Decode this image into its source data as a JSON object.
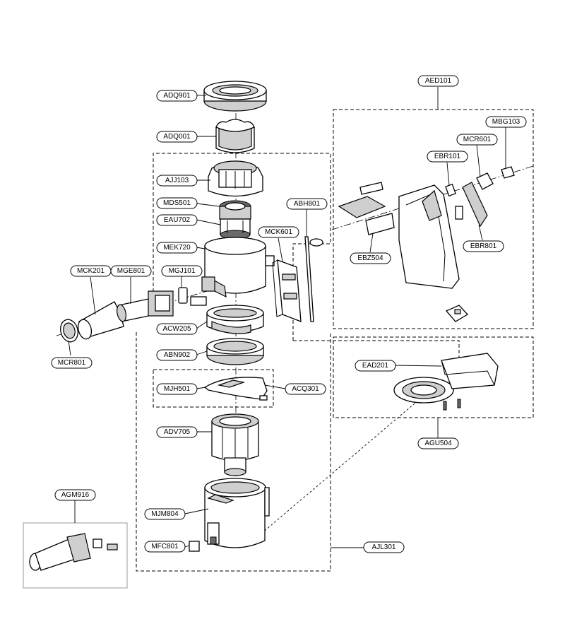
{
  "labels": {
    "ADQ901": "ADQ901",
    "ADQ001": "ADQ001",
    "AJJ103": "AJJ103",
    "MDS501": "MDS501",
    "EAU702": "EAU702",
    "MEK720": "MEK720",
    "MGJ101": "MGJ101",
    "MCK201": "MCK201",
    "MGE801": "MGE801",
    "MCR801": "MCR801",
    "ACW205": "ACW205",
    "ABN902": "ABN902",
    "MJH501": "MJH501",
    "ACQ301": "ACQ301",
    "ADV705": "ADV705",
    "MJM804": "MJM804",
    "MFC801": "MFC801",
    "AJL301": "AJL301",
    "AGM916": "AGM916",
    "ABH801": "ABH801",
    "MCK601": "MCK601",
    "AED101": "AED101",
    "MBG103": "MBG103",
    "MCR601": "MCR601",
    "EBR101": "EBR101",
    "EBR801": "EBR801",
    "EBZ504": "EBZ504",
    "EAD201": "EAD201",
    "AGU504": "AGU504"
  }
}
